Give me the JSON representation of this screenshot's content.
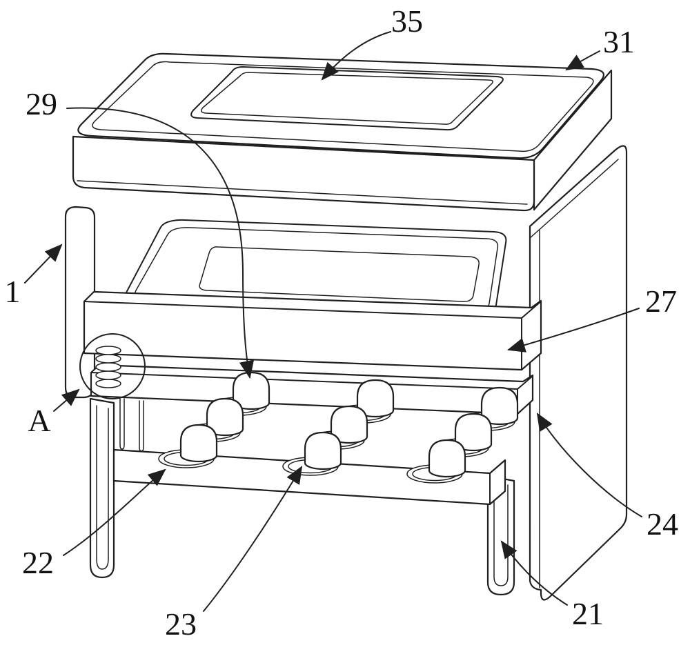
{
  "figure": {
    "background": "#ffffff",
    "line_color": "#1f1f1f",
    "labels": [
      {
        "id": "35",
        "text": "35"
      },
      {
        "id": "31",
        "text": "31"
      },
      {
        "id": "29",
        "text": "29"
      },
      {
        "id": "1",
        "text": "1"
      },
      {
        "id": "27",
        "text": "27"
      },
      {
        "id": "A",
        "text": "A"
      },
      {
        "id": "24",
        "text": "24"
      },
      {
        "id": "22",
        "text": "22"
      },
      {
        "id": "23",
        "text": "23"
      },
      {
        "id": "21",
        "text": "21"
      }
    ]
  }
}
